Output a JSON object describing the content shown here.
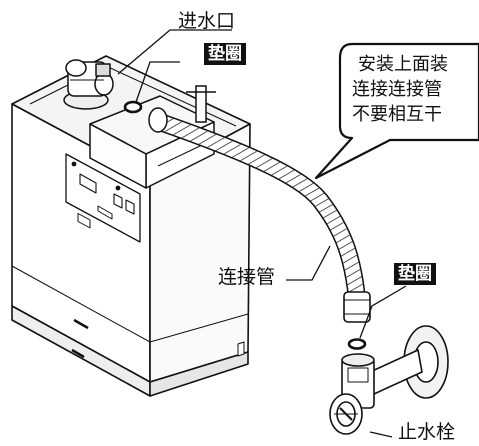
{
  "labels": {
    "water_inlet": "进水口",
    "washer_top": "垫圈",
    "connecting_pipe": "连接管",
    "washer_bottom": "垫圈",
    "stop_valve": "止水栓"
  },
  "callout": {
    "lines": [
      "安装上面装",
      "连接连接管",
      "不要相互干"
    ]
  },
  "colors": {
    "ink": "#111111",
    "tag_bg": "#111111",
    "tag_text": "#ffffff",
    "body_fill": "#ffffff"
  }
}
